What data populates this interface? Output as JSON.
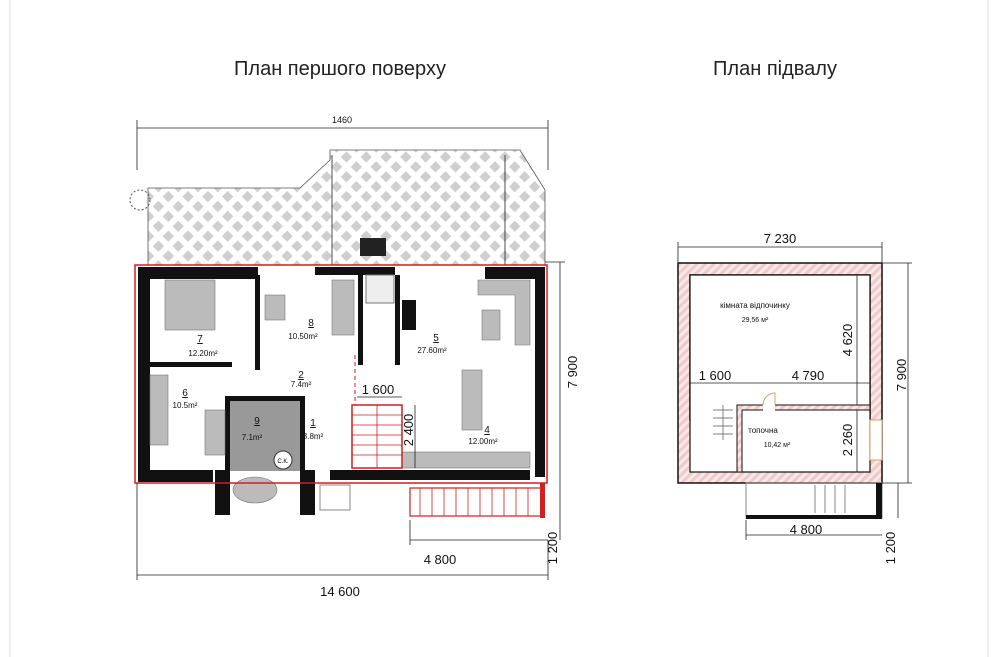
{
  "titles": {
    "ground_floor": "План першого поверху",
    "basement": "План підвалу"
  },
  "ground_floor": {
    "dimensions": {
      "top": "1460",
      "bottom": "14 600",
      "right": "7 900",
      "porch_width": "4 800",
      "porch_depth": "1 200",
      "stair_width": "1 600",
      "stair_length": "2 400"
    },
    "rooms": [
      {
        "number": "7",
        "area": "12.20m²"
      },
      {
        "number": "8",
        "area": "10.50m²"
      },
      {
        "number": "5",
        "area": "27.60m²"
      },
      {
        "number": "2",
        "area": "7.4m²"
      },
      {
        "number": "6",
        "area": "10.5m²"
      },
      {
        "number": "9",
        "area": "7.1m²"
      },
      {
        "number": "1",
        "area": "3.8m²"
      },
      {
        "number": "4",
        "area": "12.00m²"
      }
    ],
    "boiler_label": "С.К."
  },
  "basement": {
    "dimensions": {
      "top": "7 230",
      "right": "7 900",
      "inner_height": "4 620",
      "stair_width": "1 600",
      "room_width": "4 790",
      "boiler_height": "2 260",
      "porch_width": "4 800",
      "porch_depth": "1 200"
    },
    "rooms": [
      {
        "name": "кімната відпочинку",
        "area": "29,56 м²"
      },
      {
        "name": "топочна",
        "area": "10,42 м²"
      }
    ]
  },
  "colors": {
    "outline": "#d21f1f",
    "wall": "#111111",
    "hatch": "#f2c9c9",
    "terrace": "#cfcfcf"
  }
}
